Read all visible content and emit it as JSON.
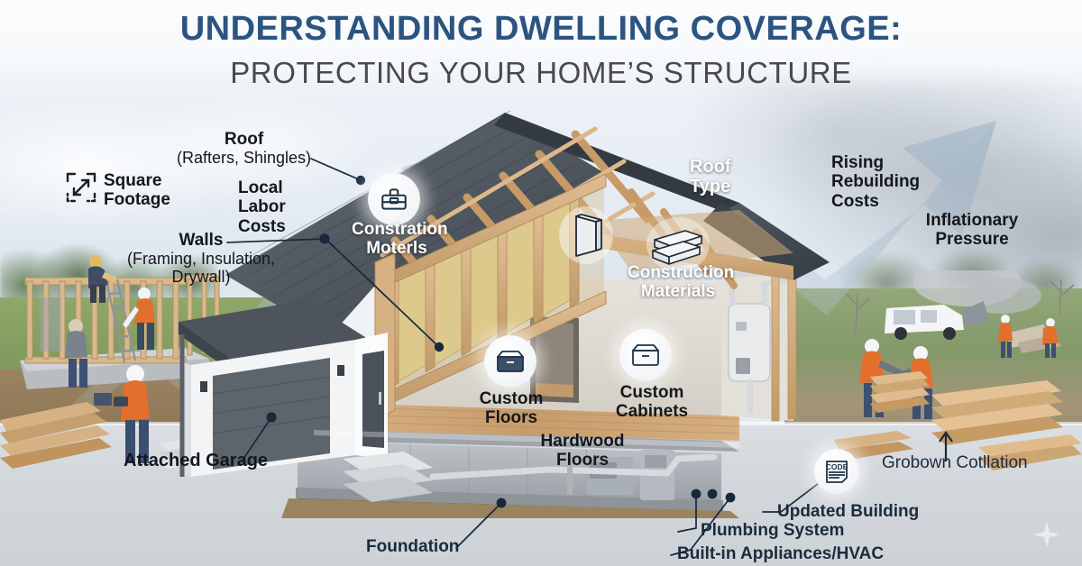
{
  "header": {
    "title_main": "UNDERSTANDING DWELLING COVERAGE:",
    "title_sub": "PROTECTING YOUR HOME’S STRUCTURE",
    "title_main_color": "#2c5480",
    "title_sub_color": "#4a4a4a"
  },
  "labels": {
    "square_footage": "Square\nFootage",
    "square_footage_line1": "Square",
    "square_footage_line2": "Footage",
    "roof": "Roof",
    "roof_detail": "(Rafters, Shingles)",
    "local_labor_line1": "Local",
    "local_labor_line2": "Labor",
    "local_labor_line3": "Costs",
    "walls": "Walls",
    "walls_detail_line1": "(Framing, Insulation,",
    "walls_detail_line2": "Drywall)",
    "construction_materials_garbled_line1": "Constration",
    "construction_materials_garbled_line2": "Moterls",
    "roof_type_line1": "Roof",
    "roof_type_line2": "Type",
    "construction_materials_line1": "Construction",
    "construction_materials_line2": "Materials",
    "rising_line1": "Rising",
    "rising_line2": "Rebuilding",
    "rising_line3": "Costs",
    "inflationary_line1": "Inflationary",
    "inflationary_line2": "Pressure",
    "custom_floors_line1": "Custom",
    "custom_floors_line2": "Floors",
    "custom_cabinets_line1": "Custom",
    "custom_cabinets_line2": "Cabinets",
    "hardwood_floors_line1": "Hardwood",
    "hardwood_floors_line2": "Floors",
    "attached_garage": "Attached Garage",
    "foundation": "Foundation",
    "updated_building": "Updated Building",
    "plumbing_system": "Plumbing System",
    "built_in_appliances": "Built-in Appliances/HVAC",
    "growth_garbled": "Grobown Cotllation",
    "code_badge": "CODE"
  },
  "icons": {
    "square_footage": "expand-area-icon",
    "toolbox": "toolbox-icon",
    "lumber_plank": "lumber-plank-icon",
    "lumber_stack": "lumber-stack-icon",
    "custom_floors": "drawer-box-filled-icon",
    "custom_cabinets": "drawer-box-outline-icon",
    "code_document": "code-document-icon",
    "up_arrow": "up-arrow-icon"
  },
  "colors": {
    "title_blue": "#2c5480",
    "subtitle_gray": "#4a4a4a",
    "connector_navy": "#1d3a55",
    "roof_dark": "#4a5159",
    "wood_light": "#d8b588",
    "wood_mid": "#c09a6b",
    "wall_white": "#f2f3f4",
    "garage_door": "#5c646c",
    "grass_green": "#8aa463",
    "concrete": "#c8cdd2",
    "safety_orange": "#e2702c",
    "arrow_blue": "#aec2d4"
  }
}
